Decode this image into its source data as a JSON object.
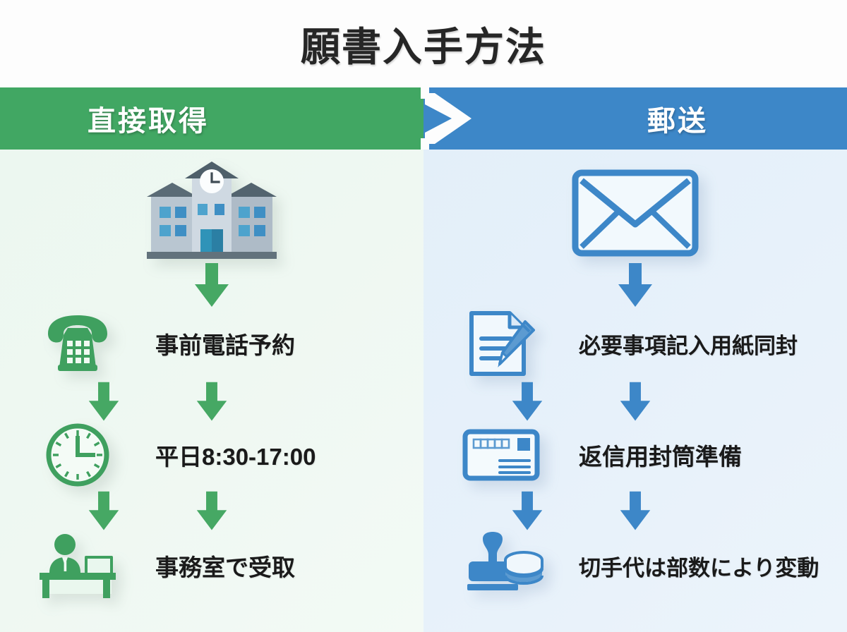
{
  "title": "願書入手方法",
  "columns": [
    {
      "id": "direct",
      "header": "直接取得",
      "accent": "#41a763",
      "panel_bg": "#eff8f2",
      "hero_icon": "school-building-icon",
      "steps": [
        {
          "icon": "telephone-icon",
          "label": "事前電話予約"
        },
        {
          "icon": "clock-icon",
          "label": "平日8:30-17:00"
        },
        {
          "icon": "office-desk-icon",
          "label": "事務室で受取"
        }
      ]
    },
    {
      "id": "mail",
      "header": "郵送",
      "accent": "#3d87c8",
      "panel_bg": "#e7f1fa",
      "hero_icon": "envelope-icon",
      "steps": [
        {
          "icon": "document-pencil-icon",
          "label": "必要事項記入用紙同封"
        },
        {
          "icon": "postcard-icon",
          "label": "返信用封筒準備"
        },
        {
          "icon": "stamp-coins-icon",
          "label": "切手代は部数により変動"
        }
      ]
    }
  ],
  "divider": {
    "shape": "chevron-right",
    "color": "#ffffff"
  },
  "arrow_color_left": "#46a864",
  "arrow_color_right": "#3d87c8"
}
